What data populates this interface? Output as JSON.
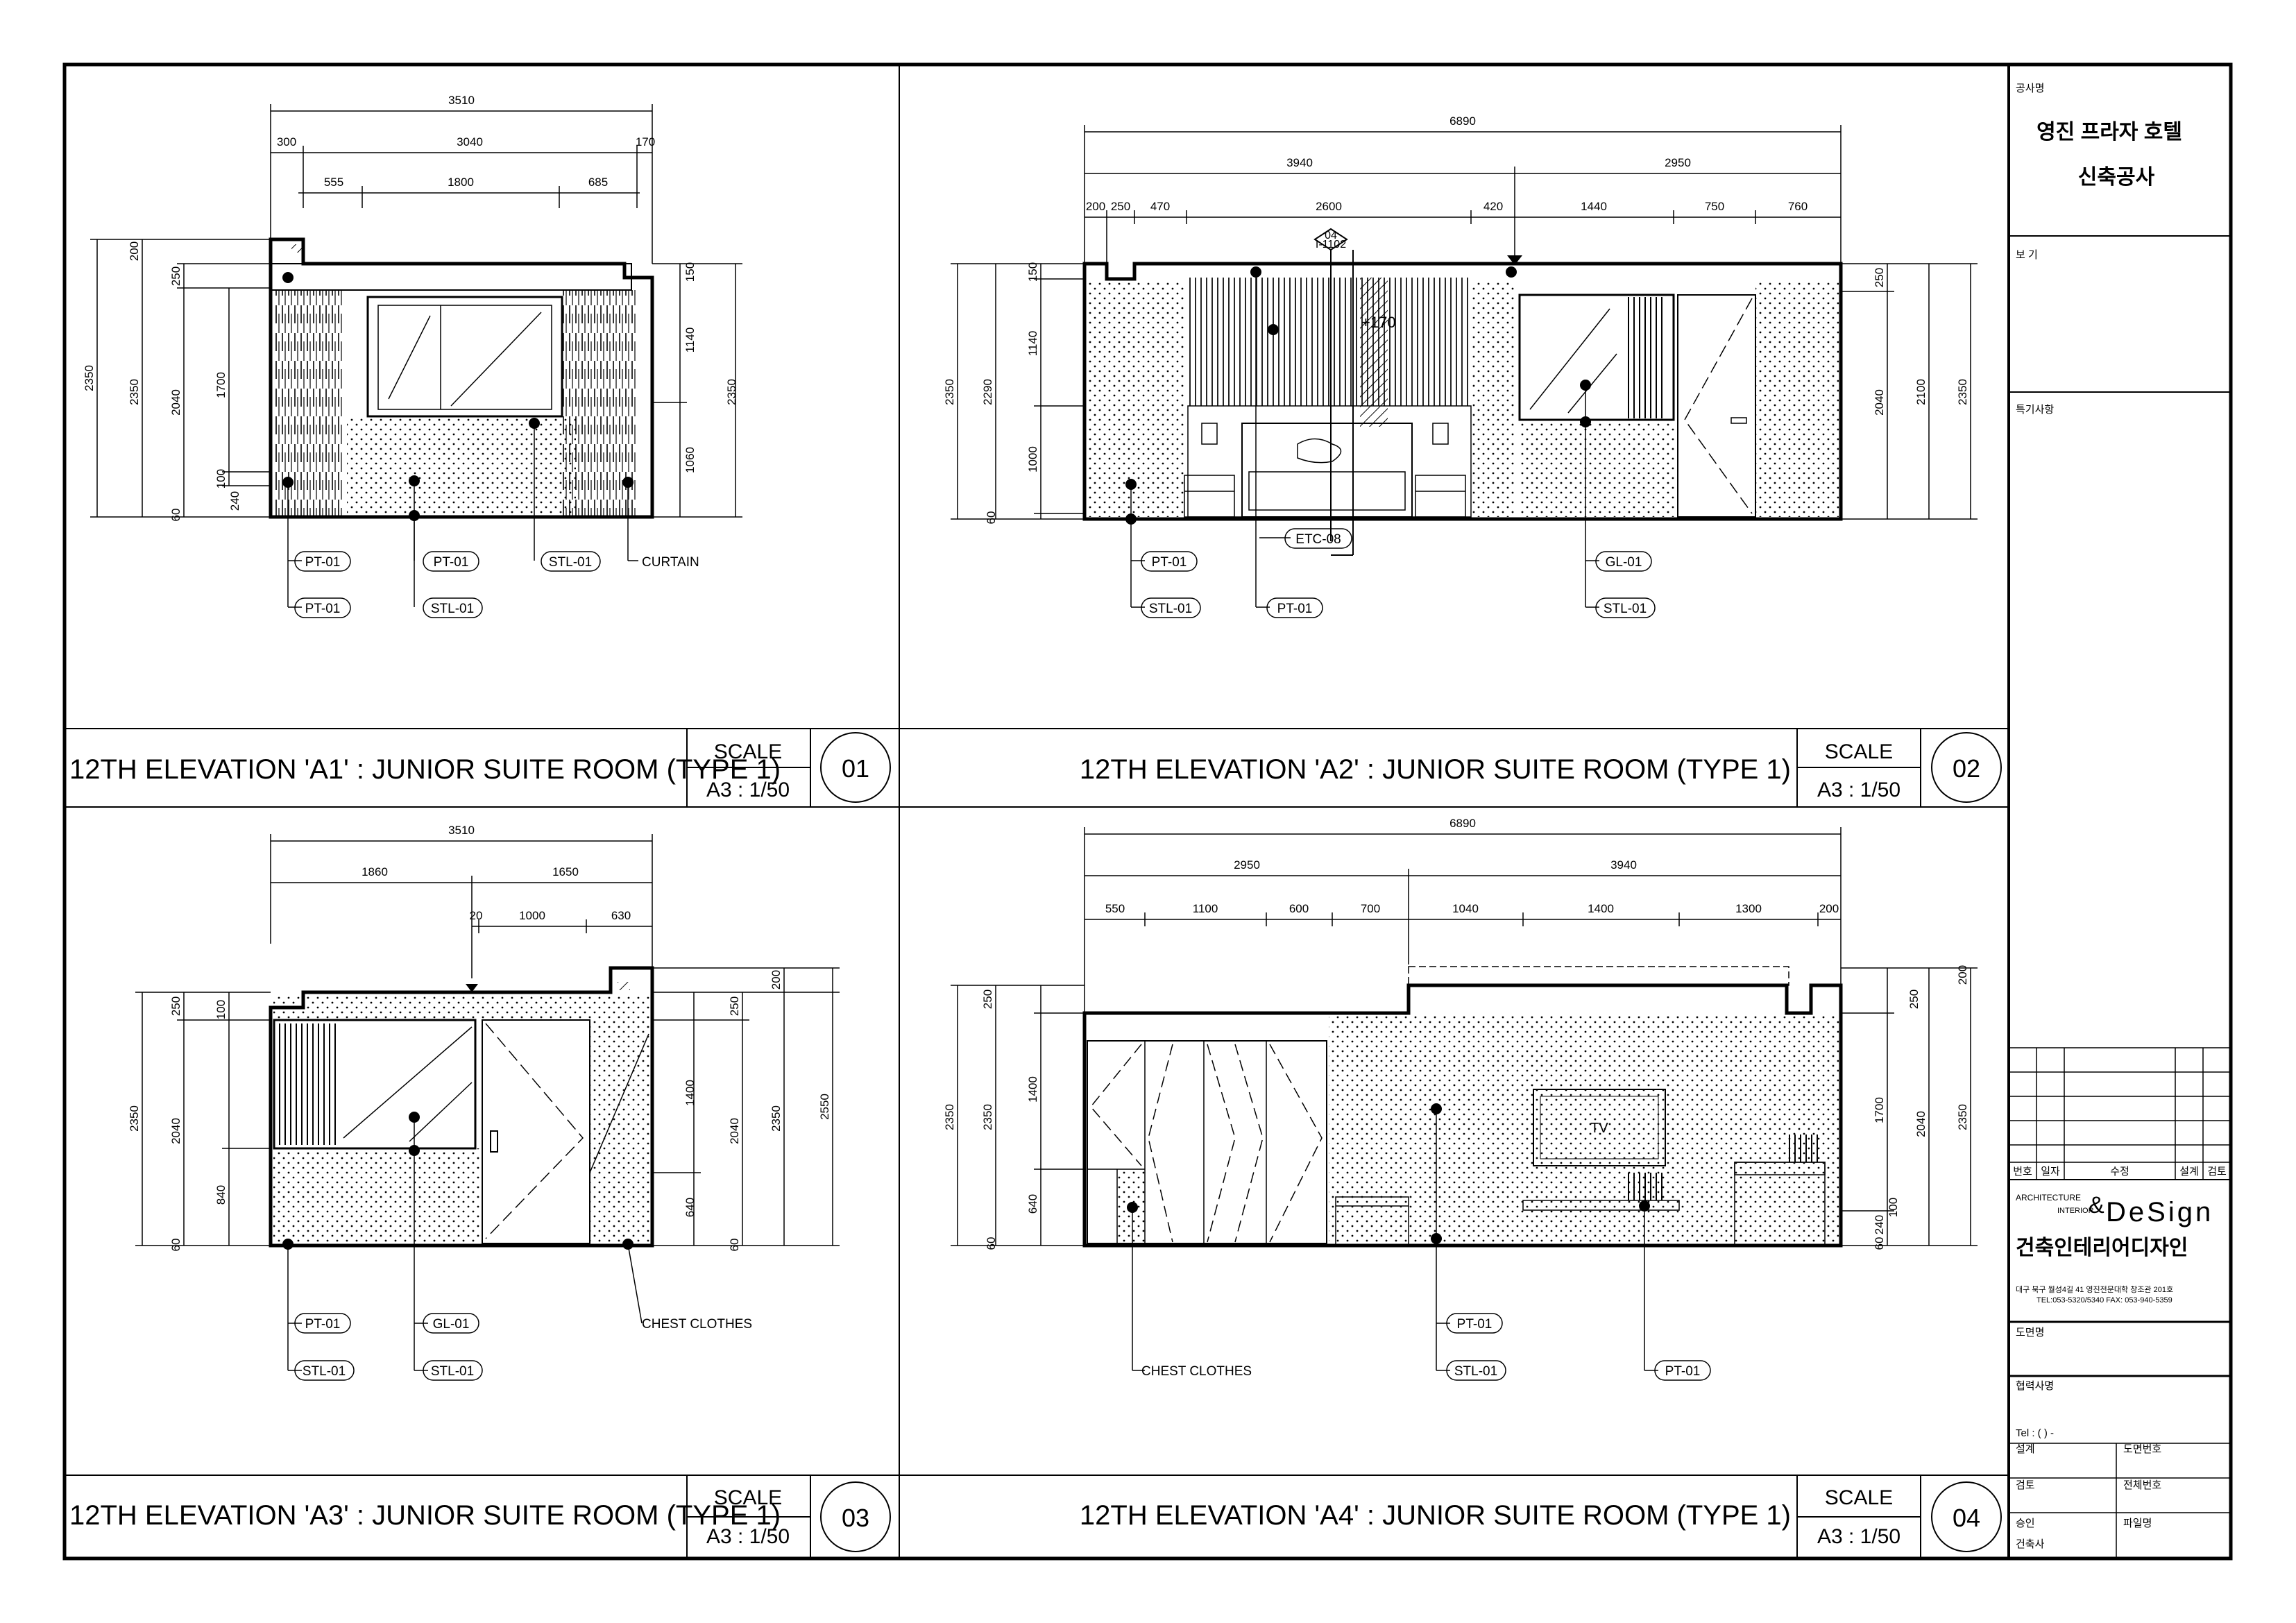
{
  "colors": {
    "ink": "#000000",
    "paper": "#ffffff"
  },
  "panels": [
    {
      "id": "a1",
      "title": "12TH ELEVATION 'A1'  : JUNIOR SUITE ROOM (TYPE 1)",
      "scale_label": "SCALE",
      "scale_value": "A3 : 1/50",
      "number": "01",
      "dims": [
        "3510",
        "300",
        "3040",
        "170",
        "555",
        "1800",
        "685",
        "2350",
        "200",
        "2350",
        "250",
        "2040",
        "1700",
        "100",
        "240",
        "60",
        "150",
        "1140",
        "1060",
        "2350"
      ],
      "tags": [
        "PT-01",
        "PT-01",
        "PT-01",
        "STL-01",
        "STL-01",
        "CURTAIN"
      ]
    },
    {
      "id": "a2",
      "title": "12TH ELEVATION 'A2'  : JUNIOR SUITE ROOM (TYPE 1)",
      "scale_label": "SCALE",
      "scale_value": "A3 : 1/50",
      "number": "02",
      "dims": [
        "6890",
        "3940",
        "2950",
        "200",
        "250",
        "470",
        "2600",
        "420",
        "1440",
        "750",
        "760",
        "2350",
        "2290",
        "150",
        "1140",
        "1000",
        "60",
        "250",
        "2040",
        "2100",
        "2350",
        "+170",
        "04",
        "I-1102"
      ],
      "tags": [
        "PT-01",
        "STL-01",
        "PT-01",
        "ETC-08",
        "GL-01",
        "STL-01"
      ]
    },
    {
      "id": "a3",
      "title": "12TH ELEVATION 'A3'  : JUNIOR SUITE ROOM (TYPE 1)",
      "scale_label": "SCALE",
      "scale_value": "A3 : 1/50",
      "number": "03",
      "dims": [
        "3510",
        "1860",
        "1650",
        "20",
        "1000",
        "630",
        "250",
        "100",
        "2350",
        "2040",
        "840",
        "60",
        "250",
        "1400",
        "640",
        "60",
        "2040",
        "2350",
        "200",
        "2550"
      ],
      "tags": [
        "PT-01",
        "GL-01",
        "STL-01",
        "STL-01",
        "CHEST CLOTHES"
      ]
    },
    {
      "id": "a4",
      "title": "12TH ELEVATION 'A4'  : JUNIOR SUITE ROOM (TYPE 1)",
      "scale_label": "SCALE",
      "scale_value": "A3 : 1/50",
      "number": "04",
      "dims": [
        "6890",
        "2950",
        "3940",
        "550",
        "1100",
        "600",
        "700",
        "1040",
        "1400",
        "1300",
        "200",
        "250",
        "1400",
        "640",
        "60",
        "2350",
        "2350",
        "250",
        "1700",
        "2040",
        "100",
        "240",
        "60",
        "200",
        "2350"
      ],
      "tags": [
        "TV",
        "CHEST CLOTHES",
        "PT-01",
        "STL-01",
        "PT-01"
      ]
    }
  ],
  "title_block": {
    "project_label": "공사명",
    "project_name_1": "영진 프라자 호텔",
    "project_name_2": "신축공사",
    "notes_label": "보  기",
    "special_label": "특기사항",
    "revision_headers": [
      "번호",
      "일자",
      "수정",
      "설계",
      "검토"
    ],
    "firm_tagline_1": "ARCHITECTURE",
    "firm_tagline_2": "INTERIOR",
    "firm_logo": "DeSign",
    "firm_name": "건축인테리어디자인",
    "firm_address": "대구 북구 월성4길 41 영진전문대학 창조관 201호",
    "firm_contact": "TEL:053-5320/5340  FAX: 053-940-5359",
    "drawing_name_label": "도면명",
    "approval_label": "협력사명",
    "tel_label": "Tel : (    )      -",
    "rows": [
      [
        "설계",
        "도면번호"
      ],
      [
        "검토",
        "전체번호"
      ],
      [
        "승인",
        "파일명"
      ]
    ],
    "architect_label": "건축사"
  }
}
